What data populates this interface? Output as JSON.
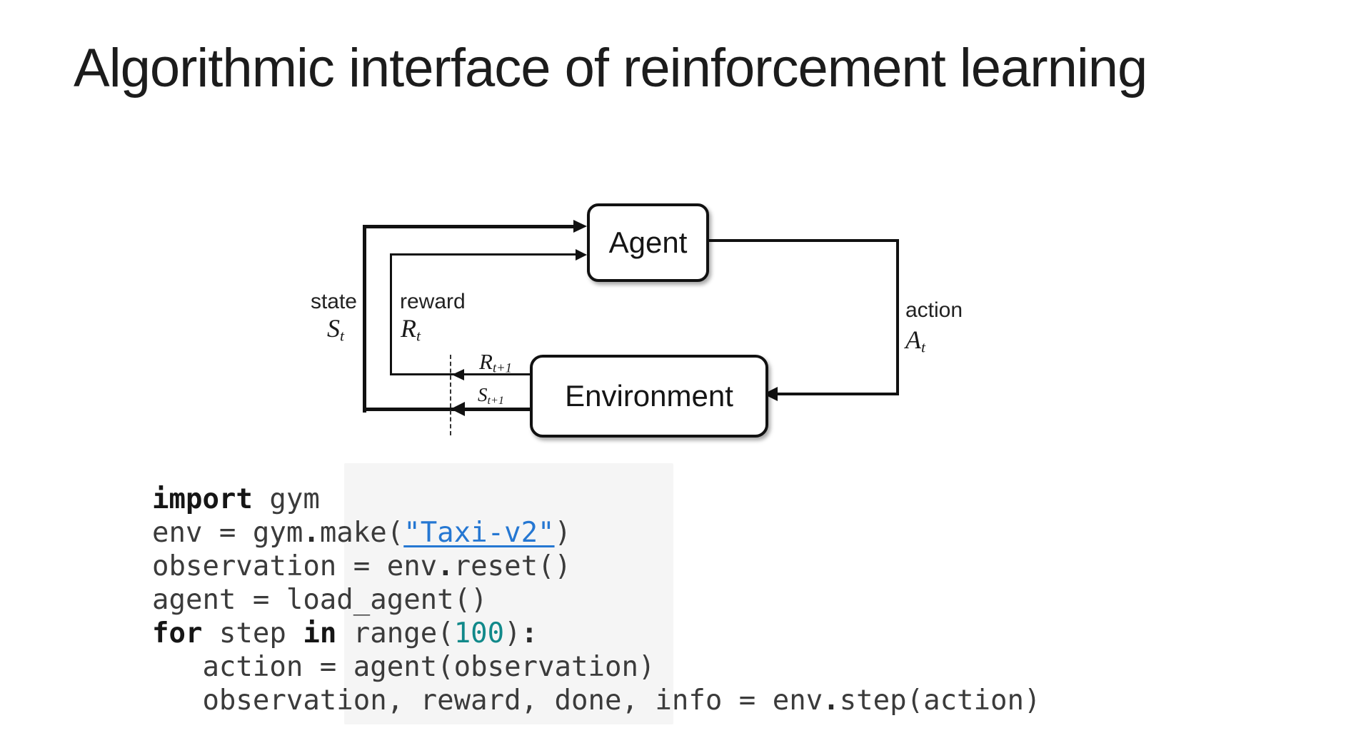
{
  "slide": {
    "title": "Algorithmic interface of reinforcement learning"
  },
  "diagram": {
    "agent_label": "Agent",
    "environment_label": "Environment",
    "state_label": "state",
    "state_symbol": "S",
    "state_sub": "t",
    "reward_label": "reward",
    "reward_symbol": "R",
    "reward_sub": "t",
    "action_label": "action",
    "action_symbol": "A",
    "action_sub": "t",
    "reward_next_symbol": "R",
    "reward_next_sub": "t+1",
    "state_next_symbol": "S",
    "state_next_sub": "t+1"
  },
  "code": {
    "lines": [
      {
        "segments": [
          {
            "text": "import",
            "style": "kw"
          },
          {
            "text": " gym",
            "style": "plain"
          }
        ]
      },
      {
        "segments": [
          {
            "text": "env = gym",
            "style": "plain"
          },
          {
            "text": ".",
            "style": "op"
          },
          {
            "text": "make(",
            "style": "plain"
          },
          {
            "text": "\"Taxi-v2\"",
            "style": "link"
          },
          {
            "text": ")",
            "style": "plain"
          }
        ]
      },
      {
        "segments": [
          {
            "text": "observation = env",
            "style": "plain"
          },
          {
            "text": ".",
            "style": "op"
          },
          {
            "text": "reset()",
            "style": "plain"
          }
        ]
      },
      {
        "segments": [
          {
            "text": "agent = load_agent()",
            "style": "plain"
          }
        ]
      },
      {
        "segments": [
          {
            "text": "for",
            "style": "kw"
          },
          {
            "text": " step ",
            "style": "plain"
          },
          {
            "text": "in",
            "style": "kw"
          },
          {
            "text": " range(",
            "style": "plain"
          },
          {
            "text": "100",
            "style": "num"
          },
          {
            "text": ")",
            "style": "plain"
          },
          {
            "text": ":",
            "style": "op"
          }
        ]
      },
      {
        "segments": [
          {
            "text": "   action = agent(observation)",
            "style": "plain"
          }
        ]
      },
      {
        "segments": [
          {
            "text": "   observation, reward, done, info = env",
            "style": "plain"
          },
          {
            "text": ".",
            "style": "op"
          },
          {
            "text": "step(action)",
            "style": "plain"
          }
        ]
      }
    ]
  },
  "colors": {
    "link_blue": "#2577d2",
    "number_teal": "#11898a",
    "code_text": "#3b3b3b",
    "diagram_ink": "#111111"
  }
}
